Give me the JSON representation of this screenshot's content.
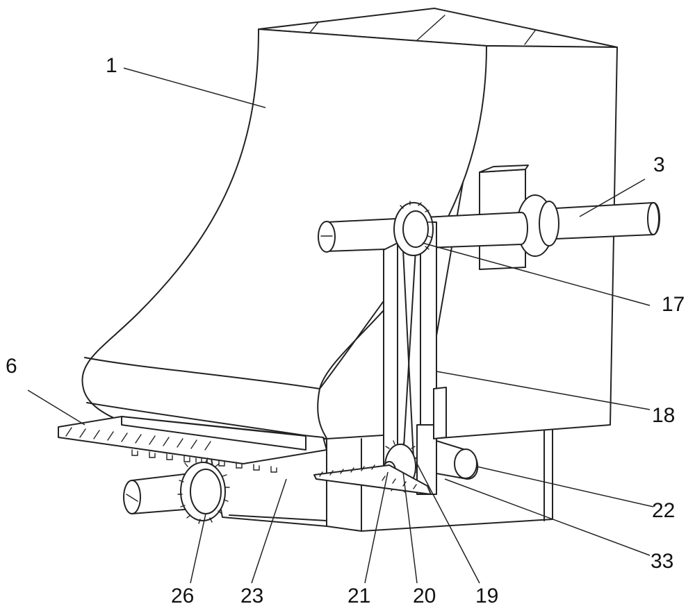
{
  "labels": {
    "l1": "1",
    "l3": "3",
    "l6": "6",
    "l17": "17",
    "l18": "18",
    "l19": "19",
    "l20": "20",
    "l21": "21",
    "l22": "22",
    "l23": "23",
    "l26": "26",
    "l33": "33"
  }
}
